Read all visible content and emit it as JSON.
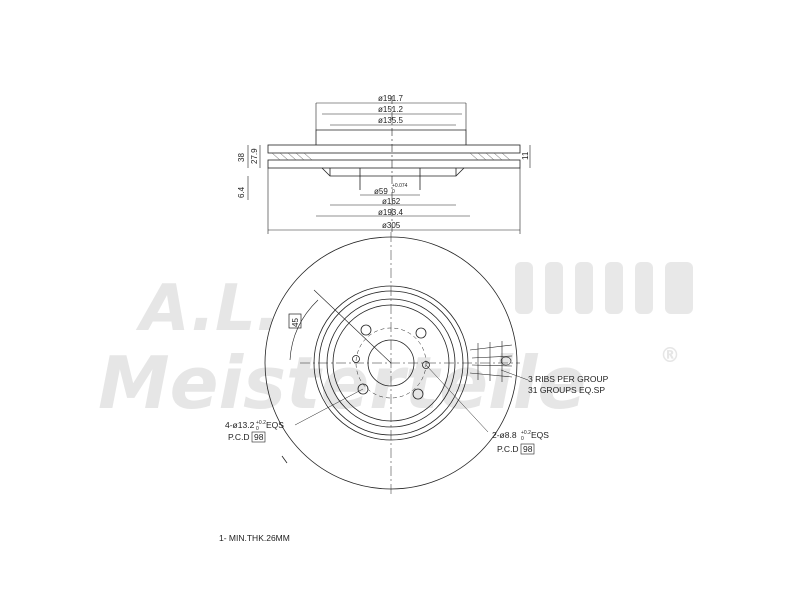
{
  "watermark": {
    "logo_text": "A.L.",
    "brand": "Meisterteile",
    "registered_mark": "®"
  },
  "section_dims": {
    "d_top": "ø191.7",
    "d_151": "ø151.2",
    "d_135": "ø135.5",
    "d_59": "ø59",
    "d_59_tol_upper": "+0.074",
    "d_59_tol_lower": "0",
    "d_162": "ø162",
    "d_193": "ø193.4",
    "d_305": "ø305",
    "h_38": "38",
    "h_27_9": "27.9",
    "h_6_4": "6.4",
    "h_11": "11"
  },
  "front_view": {
    "angle_45": "45",
    "ribs_line1": "3 RIBS PER GROUP",
    "ribs_line2": "31 GROUPS EQ.SP",
    "bolts_line": "4-ø13.2",
    "bolts_tol_upper": "+0.2",
    "bolts_tol_lower": "0",
    "bolts_eqs": "EQS",
    "pcd_label_left": "P.C.D",
    "pcd_value_left": "98",
    "pins_line": "2-ø8.8",
    "pins_tol_upper": "+0.2",
    "pins_tol_lower": "0",
    "pins_eqs": "EQS",
    "pcd_label_right": "P.C.D",
    "pcd_value_right": "98"
  },
  "footer": {
    "note": "1- MIN.THK.26MM"
  }
}
